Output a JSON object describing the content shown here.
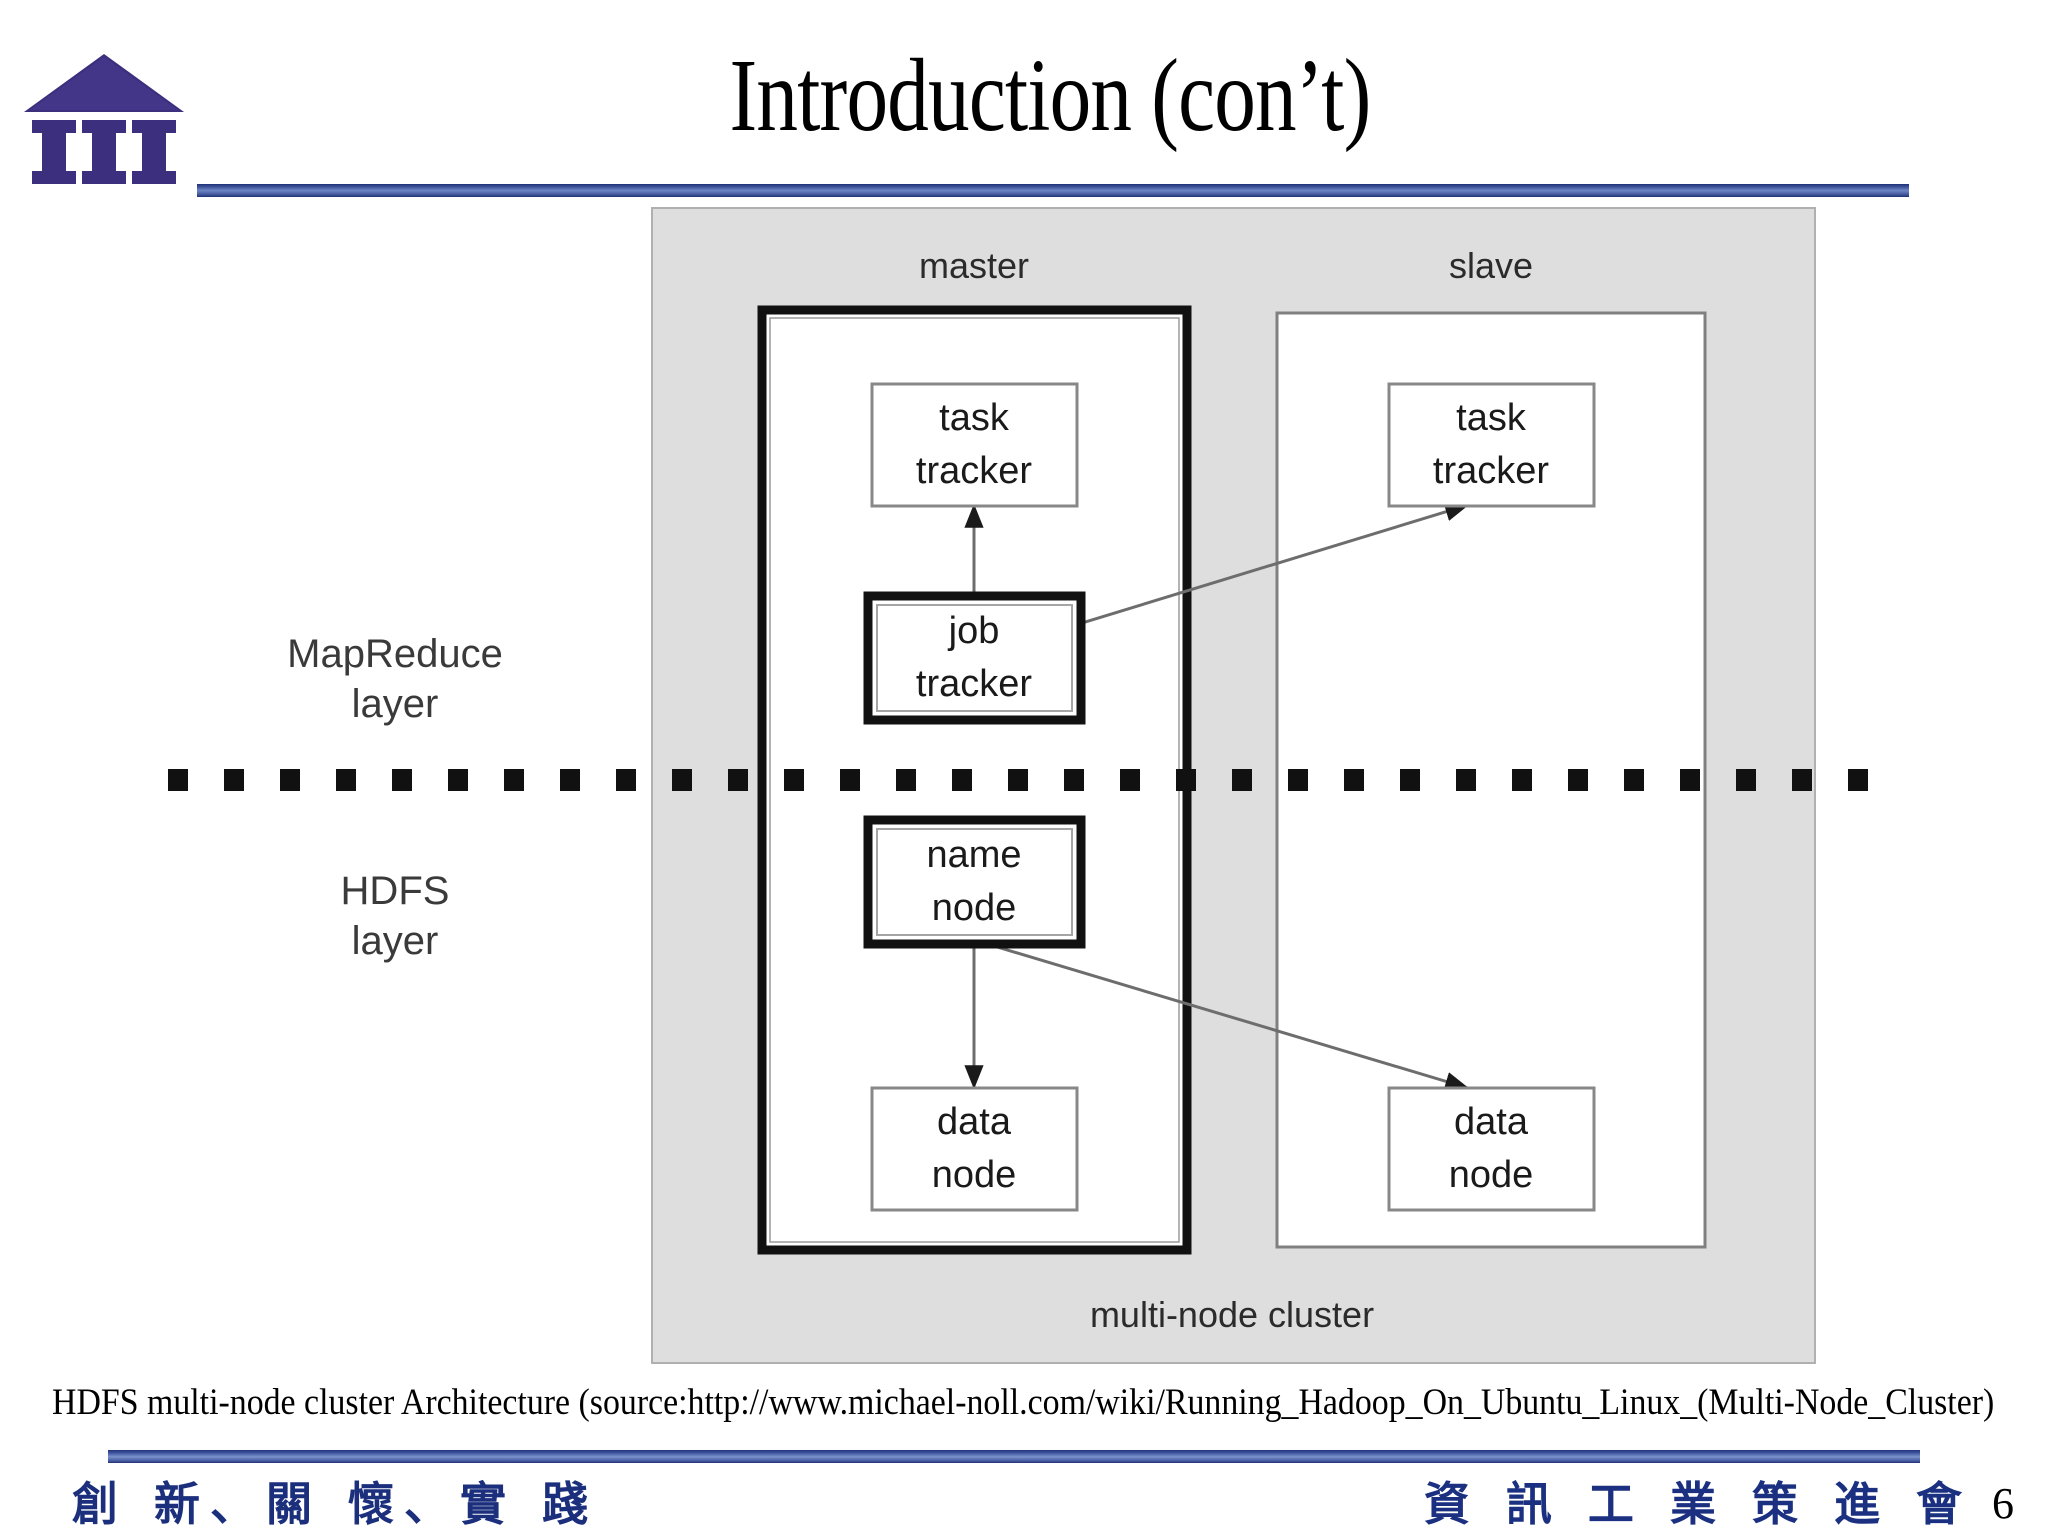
{
  "slide": {
    "title": "Introduction (con’t)",
    "page_number": "6",
    "logo_name": "iii-institute-logo",
    "source_caption": "HDFS multi-node cluster Architecture (source:http://www.michael-noll.com/wiki/Running_Hadoop_On_Ubuntu_Linux_(Multi-Node_Cluster)",
    "footer_left": "創 新、關 懷、實 踐",
    "footer_right": "資 訊 工 業 策 進 會",
    "accent_color": "#3f5599",
    "logo_color": "#3b2f7e"
  },
  "diagram": {
    "container_label": "multi-node cluster",
    "container_fill": "#dededf",
    "layers": [
      {
        "id": "mapreduce",
        "line1": "MapReduce",
        "line2": "layer"
      },
      {
        "id": "hdfs",
        "line1": "HDFS",
        "line2": "layer"
      }
    ],
    "divider": "dotted-layer-divider",
    "columns": [
      {
        "id": "master",
        "label": "master",
        "border": "thick"
      },
      {
        "id": "slave",
        "label": "slave",
        "border": "thin"
      }
    ],
    "nodes": [
      {
        "id": "master-task-tracker",
        "line1": "task",
        "line2": "tracker",
        "column": "master",
        "layer": "mapreduce",
        "style": "plain"
      },
      {
        "id": "master-job-tracker",
        "line1": "job",
        "line2": "tracker",
        "column": "master",
        "layer": "mapreduce",
        "style": "double"
      },
      {
        "id": "slave-task-tracker",
        "line1": "task",
        "line2": "tracker",
        "column": "slave",
        "layer": "mapreduce",
        "style": "plain"
      },
      {
        "id": "master-name-node",
        "line1": "name",
        "line2": "node",
        "column": "master",
        "layer": "hdfs",
        "style": "double"
      },
      {
        "id": "master-data-node",
        "line1": "data",
        "line2": "node",
        "column": "master",
        "layer": "hdfs",
        "style": "plain"
      },
      {
        "id": "slave-data-node",
        "line1": "data",
        "line2": "node",
        "column": "slave",
        "layer": "hdfs",
        "style": "plain"
      }
    ],
    "edges": [
      {
        "id": "jobtracker-to-master-tasktracker",
        "from": "master-job-tracker",
        "to": "master-task-tracker"
      },
      {
        "id": "jobtracker-to-slave-tasktracker",
        "from": "master-job-tracker",
        "to": "slave-task-tracker"
      },
      {
        "id": "namenode-to-master-datanode",
        "from": "master-name-node",
        "to": "master-data-node"
      },
      {
        "id": "namenode-to-slave-datanode",
        "from": "master-name-node",
        "to": "slave-data-node"
      }
    ]
  }
}
